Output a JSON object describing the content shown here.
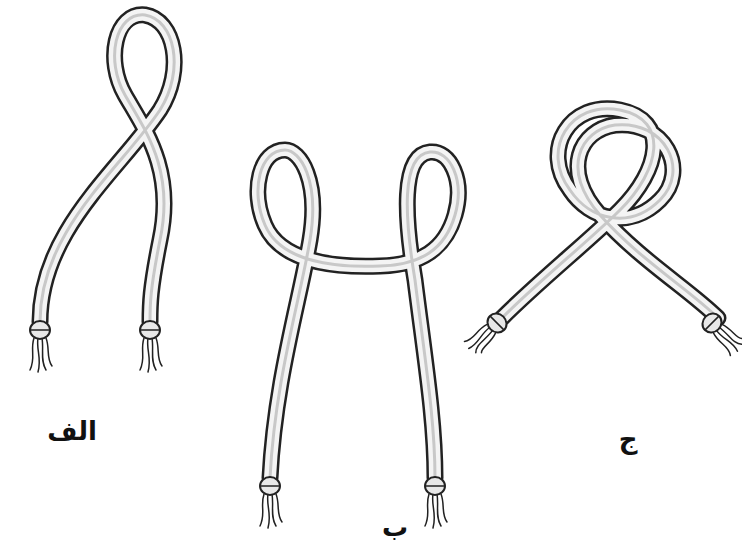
{
  "diagram": {
    "labels": [
      "الف",
      "ب",
      "ج"
    ]
  }
}
